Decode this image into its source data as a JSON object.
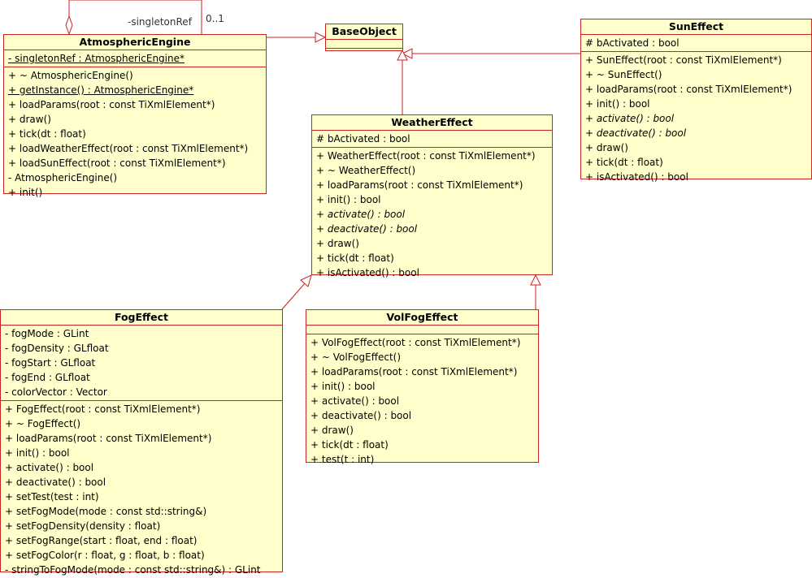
{
  "classes": {
    "atmospheric": {
      "name": "AtmosphericEngine",
      "attributes": [
        {
          "text": "- singletonRef : AtmosphericEngine*",
          "static": true
        }
      ],
      "operations": [
        {
          "text": "+ ~ AtmosphericEngine()"
        },
        {
          "text": "+ getInstance() : AtmosphericEngine*",
          "static": true
        },
        {
          "text": "+ loadParams(root : const TiXmlElement*)"
        },
        {
          "text": "+ draw()"
        },
        {
          "text": "+ tick(dt : float)"
        },
        {
          "text": "+ loadWeatherEffect(root : const TiXmlElement*)"
        },
        {
          "text": "+ loadSunEffect(root : const TiXmlElement*)"
        },
        {
          "text": "- AtmosphericEngine()"
        },
        {
          "text": "+ init()"
        }
      ]
    },
    "baseobject": {
      "name": "BaseObject"
    },
    "sun": {
      "name": "SunEffect",
      "attributes": [
        {
          "text": "# bActivated : bool"
        }
      ],
      "operations": [
        {
          "text": "+ SunEffect(root : const TiXmlElement*)"
        },
        {
          "text": "+ ~ SunEffect()"
        },
        {
          "text": "+ loadParams(root : const TiXmlElement*)"
        },
        {
          "text": "+ init() : bool"
        },
        {
          "text": "+ activate() : bool",
          "abstract": true
        },
        {
          "text": "+ deactivate() : bool",
          "abstract": true
        },
        {
          "text": "+ draw()"
        },
        {
          "text": "+ tick(dt : float)"
        },
        {
          "text": "+ isActivated() : bool"
        }
      ]
    },
    "weather": {
      "name": "WeatherEffect",
      "attributes": [
        {
          "text": "# bActivated : bool"
        }
      ],
      "operations": [
        {
          "text": "+ WeatherEffect(root : const TiXmlElement*)"
        },
        {
          "text": "+ ~ WeatherEffect()"
        },
        {
          "text": "+ loadParams(root : const TiXmlElement*)"
        },
        {
          "text": "+ init() : bool"
        },
        {
          "text": "+ activate() : bool",
          "abstract": true
        },
        {
          "text": "+ deactivate() : bool",
          "abstract": true
        },
        {
          "text": "+ draw()"
        },
        {
          "text": "+ tick(dt : float)"
        },
        {
          "text": "+ isActivated() : bool"
        }
      ]
    },
    "fog": {
      "name": "FogEffect",
      "attributes": [
        {
          "text": "- fogMode : GLint"
        },
        {
          "text": "- fogDensity : GLfloat"
        },
        {
          "text": "- fogStart : GLfloat"
        },
        {
          "text": "- fogEnd : GLfloat"
        },
        {
          "text": "- colorVector : Vector"
        }
      ],
      "operations": [
        {
          "text": "+ FogEffect(root : const TiXmlElement*)"
        },
        {
          "text": "+ ~ FogEffect()"
        },
        {
          "text": "+ loadParams(root : const TiXmlElement*)"
        },
        {
          "text": "+ init() : bool"
        },
        {
          "text": "+ activate() : bool"
        },
        {
          "text": "+ deactivate() : bool"
        },
        {
          "text": "+ setTest(test : int)"
        },
        {
          "text": "+ setFogMode(mode : const std::string&)"
        },
        {
          "text": "+ setFogDensity(density : float)"
        },
        {
          "text": "+ setFogRange(start : float, end : float)"
        },
        {
          "text": "+ setFogColor(r : float, g : float, b : float)"
        },
        {
          "text": "- stringToFogMode(mode : const std::string&) : GLint"
        }
      ]
    },
    "volfog": {
      "name": "VolFogEffect",
      "attributes": [],
      "operations": [
        {
          "text": "+ VolFogEffect(root : const TiXmlElement*)"
        },
        {
          "text": "+ ~ VolFogEffect()"
        },
        {
          "text": "+ loadParams(root : const TiXmlElement*)"
        },
        {
          "text": "+ init() : bool"
        },
        {
          "text": "+ activate() : bool"
        },
        {
          "text": "+ deactivate() : bool"
        },
        {
          "text": "+ draw()"
        },
        {
          "text": "+ tick(dt : float)"
        },
        {
          "text": "+ test(t : int)"
        }
      ]
    }
  },
  "labels": {
    "role": "-singletonRef",
    "multiplicity": "0..1"
  },
  "colors": {
    "fill": "#ffffcc",
    "stroke": "#cc2222"
  }
}
